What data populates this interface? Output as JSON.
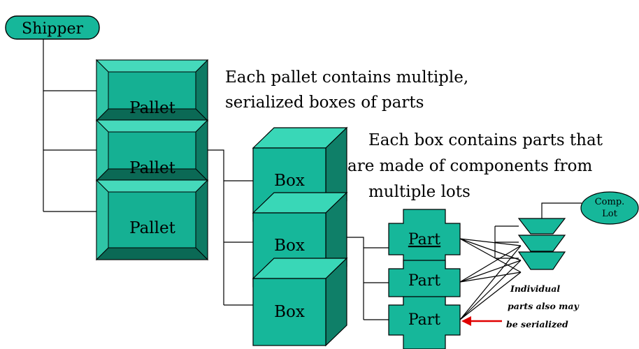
{
  "nodes": {
    "shipper": "Shipper",
    "pallets": [
      "Pallet",
      "Pallet",
      "Pallet"
    ],
    "boxes": [
      "Box",
      "Box",
      "Box"
    ],
    "parts": [
      "Part",
      "Part",
      "Part"
    ],
    "comp_lot": [
      "Comp.",
      "Lot"
    ]
  },
  "captions": {
    "pallet": [
      "Each pallet contains multiple,",
      "serialized boxes of parts"
    ],
    "box": [
      "Each box contains parts that",
      "are made of components from",
      "multiple lots"
    ]
  },
  "note": [
    "Individual",
    "parts also may",
    "be serialized"
  ],
  "colors": {
    "node_fill": "#16b79a",
    "arrow": "#e00000"
  }
}
